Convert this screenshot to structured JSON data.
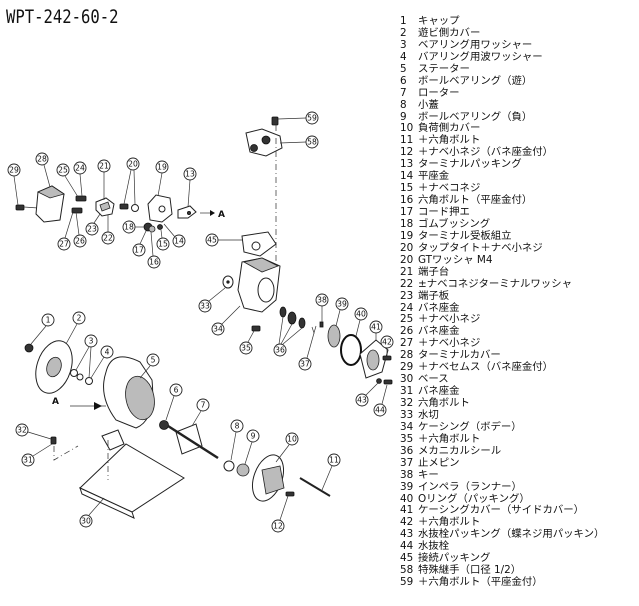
{
  "title": "WPT-242-60-2",
  "view_marker": "A",
  "parts": [
    {
      "no": "1",
      "name": "キャップ"
    },
    {
      "no": "2",
      "name": "遊ビ側カバー"
    },
    {
      "no": "3",
      "name": "ベアリング用ワッシャー"
    },
    {
      "no": "4",
      "name": "バアリング用波ワッシャー"
    },
    {
      "no": "5",
      "name": "ステーター"
    },
    {
      "no": "6",
      "name": "ボールベアリング（遊）"
    },
    {
      "no": "7",
      "name": "ローター"
    },
    {
      "no": "8",
      "name": "小蓋"
    },
    {
      "no": "9",
      "name": "ボールベアリング（負）"
    },
    {
      "no": "10",
      "name": "負荷側カバー"
    },
    {
      "no": "11",
      "name": "＋六角ボルト"
    },
    {
      "no": "12",
      "name": "＋ナベ小ネジ（バネ座金付）"
    },
    {
      "no": "13",
      "name": "ターミナルパッキング"
    },
    {
      "no": "14",
      "name": "平座金"
    },
    {
      "no": "15",
      "name": "＋ナベコネジ"
    },
    {
      "no": "16",
      "name": "六角ボルト（平座金付）"
    },
    {
      "no": "17",
      "name": "コード押エ"
    },
    {
      "no": "18",
      "name": "ゴムブッシング"
    },
    {
      "no": "19",
      "name": "ターミナル受板組立"
    },
    {
      "no": "20",
      "name": "タップタイト＋ナベ小ネジ"
    },
    {
      "no": "20",
      "name": "GTワッシャ M4"
    },
    {
      "no": "21",
      "name": "端子台"
    },
    {
      "no": "22",
      "name": "±ナベコネジターミナルワッシャ"
    },
    {
      "no": "23",
      "name": "端子板"
    },
    {
      "no": "24",
      "name": "バネ座金"
    },
    {
      "no": "25",
      "name": "＋ナベ小ネジ"
    },
    {
      "no": "26",
      "name": "バネ座金"
    },
    {
      "no": "27",
      "name": "＋ナベ小ネジ"
    },
    {
      "no": "28",
      "name": "ターミナルカバー"
    },
    {
      "no": "29",
      "name": "＋ナベセムス（バネ座金付）"
    },
    {
      "no": "30",
      "name": "ベース"
    },
    {
      "no": "31",
      "name": "バネ座金"
    },
    {
      "no": "32",
      "name": "六角ボルト"
    },
    {
      "no": "33",
      "name": "水切"
    },
    {
      "no": "34",
      "name": "ケーシング（ボデー）"
    },
    {
      "no": "35",
      "name": "＋六角ボルト"
    },
    {
      "no": "36",
      "name": "メカニカルシール"
    },
    {
      "no": "37",
      "name": "止メピン"
    },
    {
      "no": "38",
      "name": "キー"
    },
    {
      "no": "39",
      "name": "インペラ（ランナー）"
    },
    {
      "no": "40",
      "name": "Oリング（パッキング）"
    },
    {
      "no": "41",
      "name": "ケーシングカバー（サイドカバー）"
    },
    {
      "no": "42",
      "name": "＋六角ボルト"
    },
    {
      "no": "43",
      "name": "水抜栓パッキング（蝶ネジ用パッキン）"
    },
    {
      "no": "44",
      "name": "水抜栓"
    },
    {
      "no": "45",
      "name": "接続パッキング"
    },
    {
      "no": "58",
      "name": "特殊継手（口径 1/2）"
    },
    {
      "no": "59",
      "name": "＋六角ボルト（平座金付）"
    }
  ],
  "callouts": {
    "c1": "1",
    "c2": "2",
    "c3": "3",
    "c4": "4",
    "c5": "5",
    "c6": "6",
    "c7": "7",
    "c8": "8",
    "c9": "9",
    "c10": "10",
    "c11": "11",
    "c12": "12",
    "c13": "13",
    "c14": "14",
    "c15": "15",
    "c16": "16",
    "c17": "17",
    "c18": "18",
    "c19": "19",
    "c20": "20",
    "c21": "21",
    "c22": "22",
    "c23": "23",
    "c24": "24",
    "c25": "25",
    "c26": "26",
    "c27": "27",
    "c28": "28",
    "c29": "29",
    "c30": "30",
    "c31": "31",
    "c32": "32",
    "c33": "33",
    "c34": "34",
    "c35": "35",
    "c36": "36",
    "c37": "37",
    "c38": "38",
    "c39": "39",
    "c40": "40",
    "c41": "41",
    "c42": "42",
    "c43": "43",
    "c44": "44",
    "c45": "45",
    "c58": "58",
    "c59": "59"
  }
}
